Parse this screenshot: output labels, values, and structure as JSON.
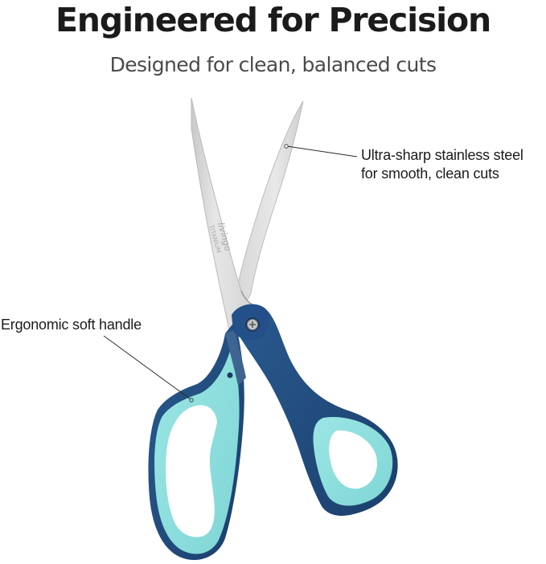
{
  "header": {
    "title": "Engineered for Precision",
    "subtitle": "Designed for clean, balanced cuts"
  },
  "callouts": [
    {
      "id": "blade",
      "lines": [
        "Ultra-sharp stainless steel",
        "for smooth, clean cuts"
      ]
    },
    {
      "id": "handle",
      "lines": [
        "Ergonomic soft handle"
      ]
    }
  ],
  "product": {
    "name": "Scissors",
    "blade_engraving": [
      "livingo",
      "TITANIUM"
    ],
    "icons": [
      "scissors-icon",
      "pivot-screw-icon"
    ]
  },
  "colors": {
    "title": "#1b1b1b",
    "subtitle": "#4a4a4a",
    "blade": "#dcdcdc",
    "blade_edge": "#b9b9b9",
    "handle_dark": "#1f4a7c",
    "handle_light": "#8fe0df",
    "leader_line": "#2a2a2a"
  }
}
